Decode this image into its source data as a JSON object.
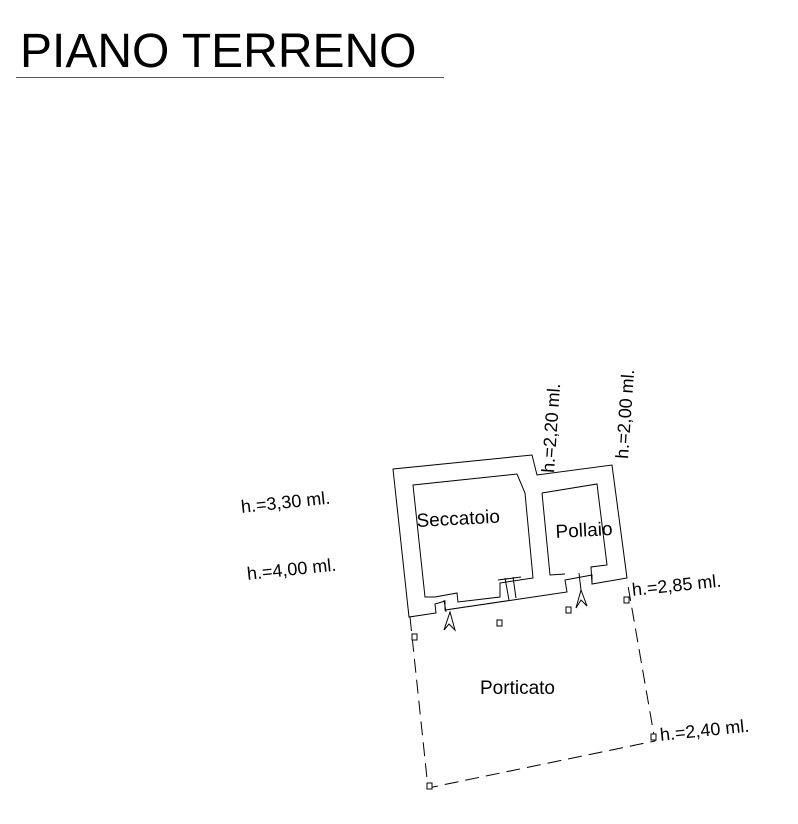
{
  "title": "PIANO TERRENO",
  "rooms": {
    "seccatoio": "Seccatoio",
    "pollaio": "Pollaio",
    "porticato": "Porticato"
  },
  "heights": {
    "seccatoio_top": "h.=3,30 ml.",
    "seccatoio_bottom": "h.=4,00 ml.",
    "link_top": "h.=2,20 ml.",
    "pollaio_top": "h.=2,00 ml.",
    "pollaio_right": "h.=2,85 ml.",
    "porticato_corner": "h.=2,40 ml."
  }
}
